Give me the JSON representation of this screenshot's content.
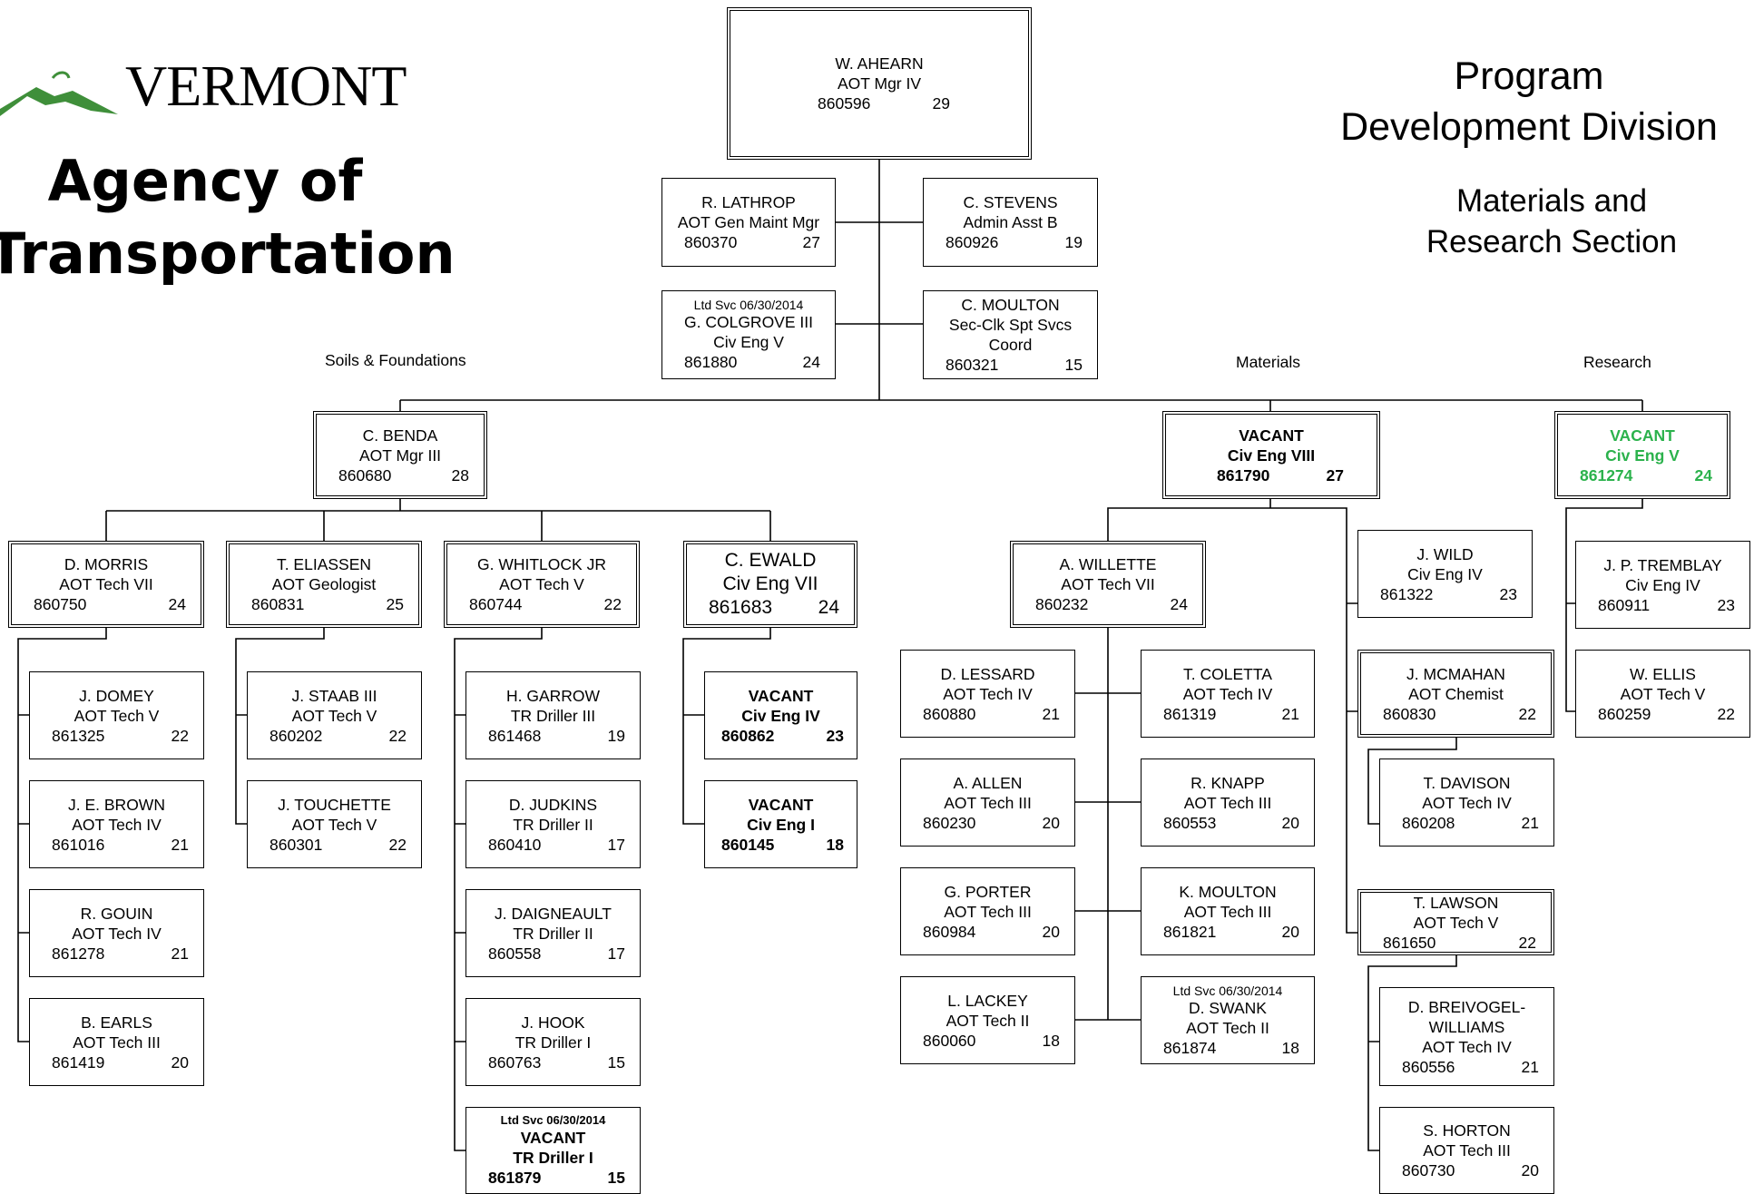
{
  "header": {
    "logo_word": "VERMONT",
    "agency_line1": "Agency of",
    "agency_line2": "Transportation",
    "division_line1": "Program",
    "division_line2": "Development Division",
    "section_line1": "Materials and",
    "section_line2": "Research Section"
  },
  "groups": {
    "soils": "Soils & Foundations",
    "materials": "Materials",
    "research": "Research"
  },
  "colors": {
    "vacant_green": "#2bb24c",
    "logo_green": "#3f8f3a"
  },
  "nodes": {
    "ahearn": {
      "name": "W. AHEARN",
      "title": "AOT Mgr IV",
      "pos": "860596",
      "grade": "29"
    },
    "lathrop": {
      "name": "R. LATHROP",
      "title": "AOT Gen Maint Mgr",
      "pos": "860370",
      "grade": "27"
    },
    "stevens": {
      "name": "C. STEVENS",
      "title": "Admin Asst B",
      "pos": "860926",
      "grade": "19"
    },
    "colgrove": {
      "note": "Ltd Svc 06/30/2014",
      "name": "G. COLGROVE III",
      "title": "Civ Eng V",
      "pos": "861880",
      "grade": "24"
    },
    "cmoulton": {
      "name": "C. MOULTON",
      "title": "Sec-Clk Spt Svcs",
      "title2": "Coord",
      "pos": "860321",
      "grade": "15"
    },
    "benda": {
      "name": "C. BENDA",
      "title": "AOT Mgr III",
      "pos": "860680",
      "grade": "28"
    },
    "vacant_materials": {
      "name": "VACANT",
      "title": "Civ Eng VIII",
      "pos": "861790",
      "grade": "27"
    },
    "vacant_research": {
      "name": "VACANT",
      "title": "Civ Eng V",
      "pos": "861274",
      "grade": "24"
    },
    "morris": {
      "name": "D. MORRIS",
      "title": "AOT Tech VII",
      "pos": "860750",
      "grade": "24"
    },
    "eliassen": {
      "name": "T. ELIASSEN",
      "title": "AOT Geologist",
      "pos": "860831",
      "grade": "25"
    },
    "whitlock": {
      "name": "G. WHITLOCK JR",
      "title": "AOT Tech V",
      "pos": "860744",
      "grade": "22"
    },
    "ewald": {
      "name": "C. EWALD",
      "title": "Civ Eng VII",
      "pos": "861683",
      "grade": "24"
    },
    "domey": {
      "name": "J. DOMEY",
      "title": "AOT Tech V",
      "pos": "861325",
      "grade": "22"
    },
    "brown": {
      "name": "J. E. BROWN",
      "title": "AOT Tech IV",
      "pos": "861016",
      "grade": "21"
    },
    "gouin": {
      "name": "R. GOUIN",
      "title": "AOT Tech IV",
      "pos": "861278",
      "grade": "21"
    },
    "earls": {
      "name": "B. EARLS",
      "title": "AOT Tech III",
      "pos": "861419",
      "grade": "20"
    },
    "staab": {
      "name": "J. STAAB III",
      "title": "AOT Tech V",
      "pos": "860202",
      "grade": "22"
    },
    "touchette": {
      "name": "J. TOUCHETTE",
      "title": "AOT Tech V",
      "pos": "860301",
      "grade": "22"
    },
    "garrow": {
      "name": "H. GARROW",
      "title": "TR Driller III",
      "pos": "861468",
      "grade": "19"
    },
    "judkins": {
      "name": "D. JUDKINS",
      "title": "TR Driller II",
      "pos": "860410",
      "grade": "17"
    },
    "daigneault": {
      "name": "J. DAIGNEAULT",
      "title": "TR Driller II",
      "pos": "860558",
      "grade": "17"
    },
    "hook": {
      "name": "J. HOOK",
      "title": "TR Driller I",
      "pos": "860763",
      "grade": "15"
    },
    "vacant_driller": {
      "note": "Ltd Svc 06/30/2014",
      "name": "VACANT",
      "title": "TR Driller I",
      "pos": "861879",
      "grade": "15"
    },
    "vacant_ce4": {
      "name": "VACANT",
      "title": "Civ Eng IV",
      "pos": "860862",
      "grade": "23"
    },
    "vacant_ce1": {
      "name": "VACANT",
      "title": "Civ Eng I",
      "pos": "860145",
      "grade": "18"
    },
    "willette": {
      "name": "A. WILLETTE",
      "title": "AOT Tech VII",
      "pos": "860232",
      "grade": "24"
    },
    "wild": {
      "name": "J. WILD",
      "title": "Civ Eng IV",
      "pos": "861322",
      "grade": "23"
    },
    "mcmahan": {
      "name": "J. MCMAHAN",
      "title": "AOT Chemist",
      "pos": "860830",
      "grade": "22"
    },
    "davison": {
      "name": "T. DAVISON",
      "title": "AOT Tech IV",
      "pos": "860208",
      "grade": "21"
    },
    "lawson": {
      "name": "T. LAWSON",
      "title": "AOT Tech V",
      "pos": "861650",
      "grade": "22"
    },
    "breivogel": {
      "name": "D. BREIVOGEL-",
      "name2": "WILLIAMS",
      "title": "AOT Tech IV",
      "pos": "860556",
      "grade": "21"
    },
    "horton": {
      "name": "S. HORTON",
      "title": "AOT Tech III",
      "pos": "860730",
      "grade": "20"
    },
    "lessard": {
      "name": "D. LESSARD",
      "title": "AOT Tech IV",
      "pos": "860880",
      "grade": "21"
    },
    "coletta": {
      "name": "T. COLETTA",
      "title": "AOT Tech IV",
      "pos": "861319",
      "grade": "21"
    },
    "allen": {
      "name": "A. ALLEN",
      "title": "AOT Tech III",
      "pos": "860230",
      "grade": "20"
    },
    "knapp": {
      "name": "R. KNAPP",
      "title": "AOT Tech III",
      "pos": "860553",
      "grade": "20"
    },
    "porter": {
      "name": "G. PORTER",
      "title": "AOT Tech III",
      "pos": "860984",
      "grade": "20"
    },
    "kmoulton": {
      "name": "K. MOULTON",
      "title": "AOT Tech III",
      "pos": "861821",
      "grade": "20"
    },
    "lackey": {
      "name": "L. LACKEY",
      "title": "AOT Tech II",
      "pos": "860060",
      "grade": "18"
    },
    "swank": {
      "note": "Ltd Svc 06/30/2014",
      "name": "D. SWANK",
      "title": "AOT Tech II",
      "pos": "861874",
      "grade": "18"
    },
    "tremblay": {
      "name": "J. P. TREMBLAY",
      "title": "Civ Eng IV",
      "pos": "860911",
      "grade": "23"
    },
    "ellis": {
      "name": "W. ELLIS",
      "title": "AOT Tech V",
      "pos": "860259",
      "grade": "22"
    }
  }
}
